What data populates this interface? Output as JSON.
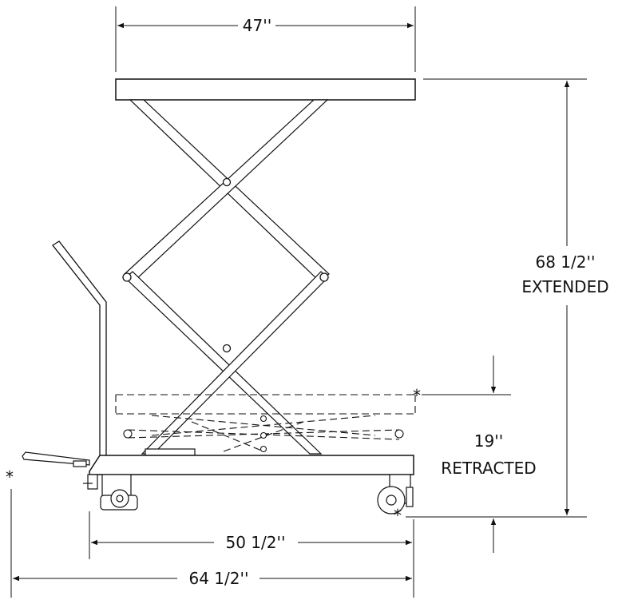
{
  "dimensions": {
    "platform_width": "47''",
    "extended_height_value": "68 1/2''",
    "extended_height_label": "EXTENDED",
    "retracted_height_value": "19''",
    "retracted_height_label": "RETRACTED",
    "base_length": "50 1/2''",
    "overall_length": "64 1/2''"
  },
  "markers": {
    "asterisk": "*"
  }
}
